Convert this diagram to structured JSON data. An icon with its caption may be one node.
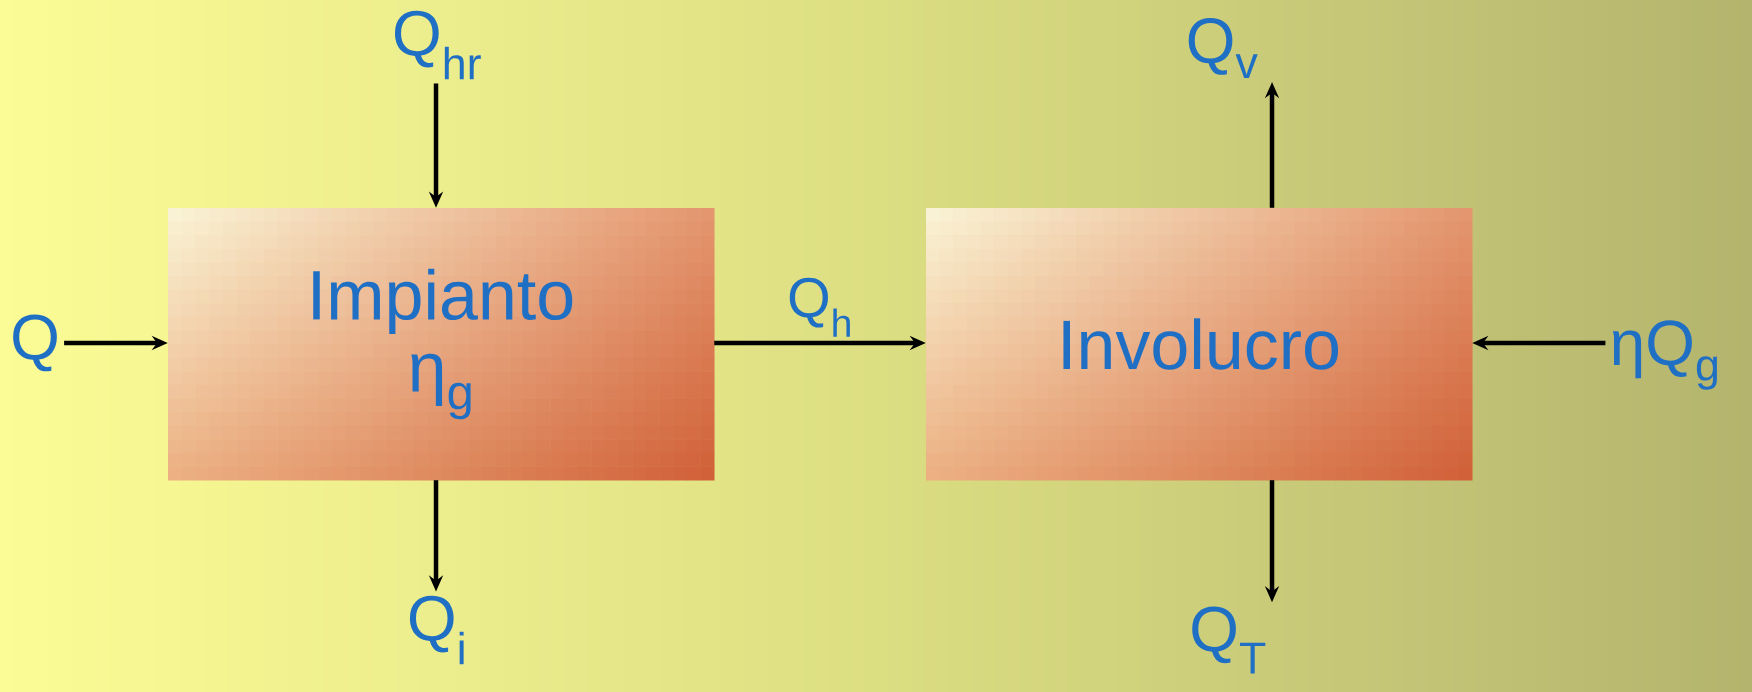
{
  "diagram": {
    "nodes": [
      {
        "text": [
          "Q$_{hr}$"
        ]
      },
      {
        "text": [
          "Q$_{v}$"
        ]
      },
      {
        "text": [
          "Q"
        ]
      },
      {
        "text": [
          "Impianto",
          "η$_{g}$"
        ]
      },
      {
        "text": [
          "Involucro"
        ]
      },
      {
        "text": [
          "ηQ$_{g}$"
        ]
      },
      {
        "text": [
          "Q$_{i}$"
        ]
      },
      {
        "text": [
          "Q$_{T}$"
        ]
      }
    ],
    "edges": [
      {
        "from": 0,
        "to": 3,
        "arrow": "to"
      },
      {
        "from": 2,
        "to": 3,
        "arrow": "to"
      },
      {
        "from": 3,
        "to": 6,
        "arrow": "to"
      },
      {
        "from": 3,
        "to": 4,
        "arrow": "to",
        "label": "Q$_{h}$"
      },
      {
        "from": 4,
        "to": 1,
        "arrow": "to"
      },
      {
        "from": 5,
        "to": 4,
        "arrow": "to"
      },
      {
        "from": 4,
        "to": 7,
        "arrow": "to"
      }
    ]
  }
}
